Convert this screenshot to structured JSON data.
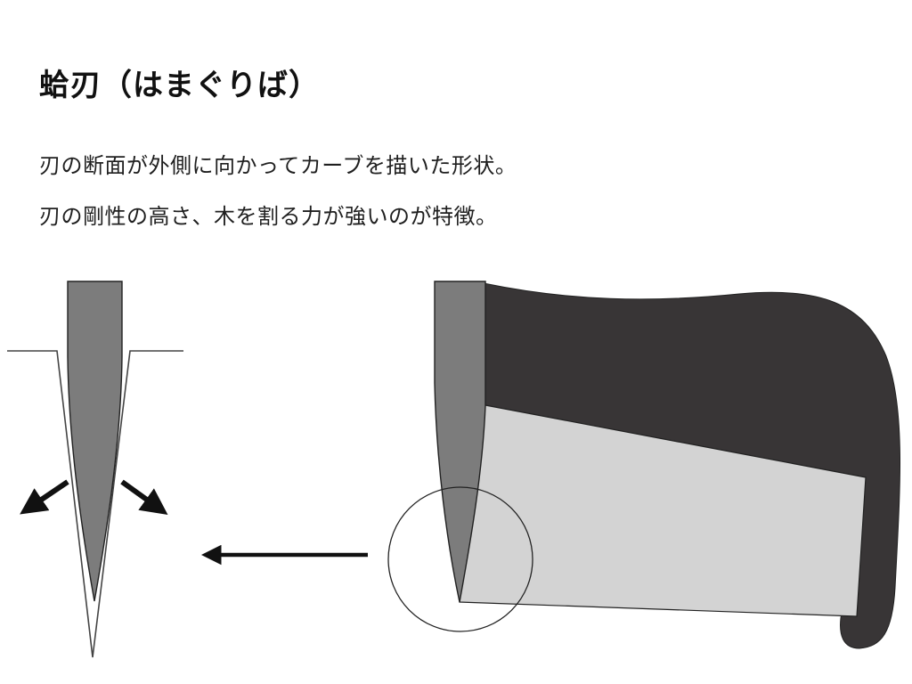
{
  "title": "蛤刃（はまぐりば）",
  "description": {
    "line1": "刃の断面が外側に向かってカーブを描いた形状。",
    "line2": "刃の剛性の高さ、木を割る力が強いのが特徴。"
  },
  "colors": {
    "blade_gray": "#7c7c7c",
    "blade_light": "#d3d3d3",
    "handle_dark": "#383536",
    "line": "#222222",
    "arrow": "#111111"
  }
}
